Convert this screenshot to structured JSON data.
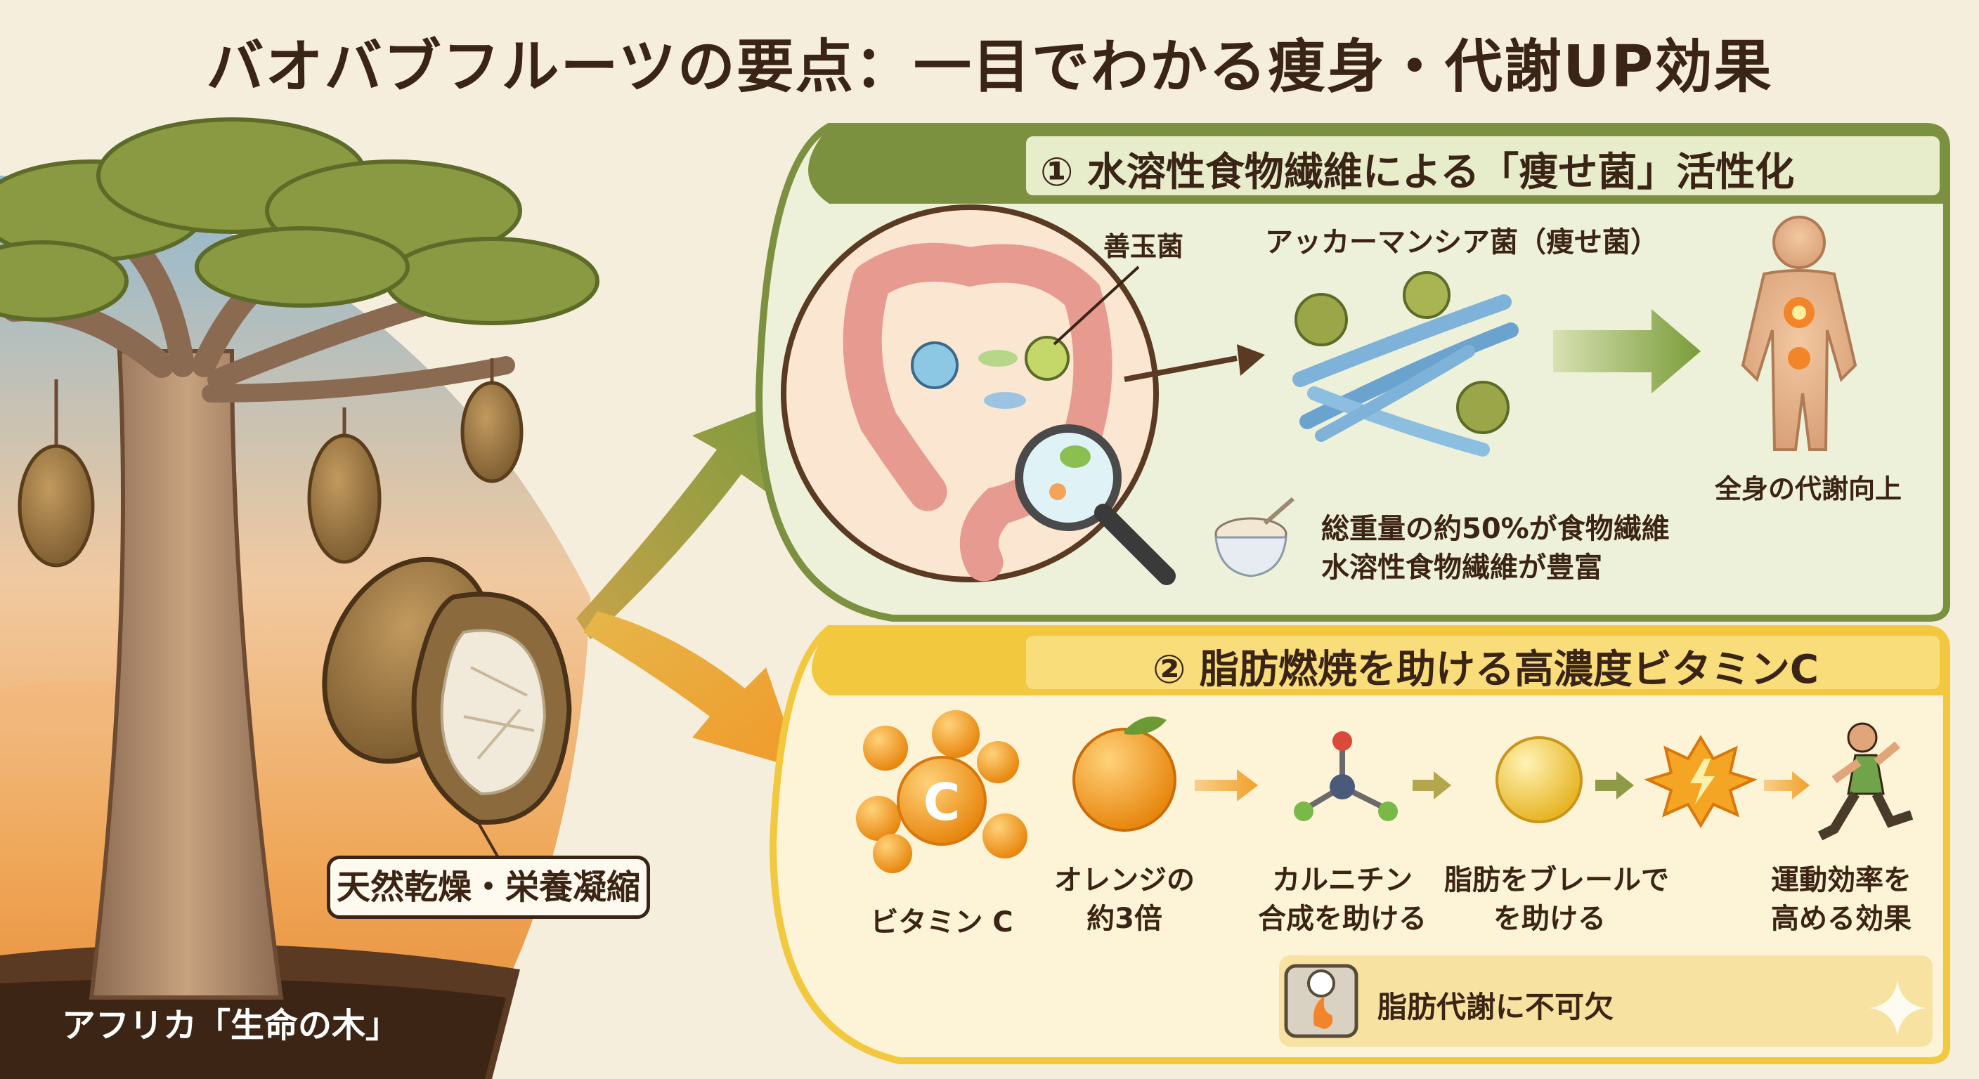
{
  "title": "バオバブフルーツの要点：一目でわかる痩身・代謝UP効果",
  "left": {
    "badge": "天然乾燥・栄養凝縮",
    "caption": "アフリカ「生命の木」"
  },
  "panel1": {
    "title": "① 水溶性食物繊維による「痩せ菌」活性化",
    "good_bacteria_label": "善玉菌",
    "akkermansia_label": "アッカーマンシア菌（痩せ菌）",
    "body_label": "全身の代謝向上",
    "fiber_line1": "総重量の約50%が食物繊維",
    "fiber_line2": "水溶性食物繊維が豊富"
  },
  "panel2": {
    "title": "② 脂肪燃焼を助ける高濃度ビタミンC",
    "vitc_label": "ビタミン C",
    "orange_line1": "オレンジの",
    "orange_line2": "約3倍",
    "carnitine_line1": "カルニチン",
    "carnitine_line2": "合成を助ける",
    "fat_line1": "脂肪をブレールで",
    "fat_line2": "を助ける",
    "exercise_line1": "運動効率を",
    "exercise_line2": "高める効果",
    "footer": "脂肪代謝に不可欠",
    "bubble_letter": "C"
  },
  "colors": {
    "green_band": "#7c9140",
    "green_panel": "#e8edd0",
    "yellow_band": "#f1c83e",
    "yellow_panel": "#fcefc6",
    "arrow_orange": "#f1a02a"
  }
}
